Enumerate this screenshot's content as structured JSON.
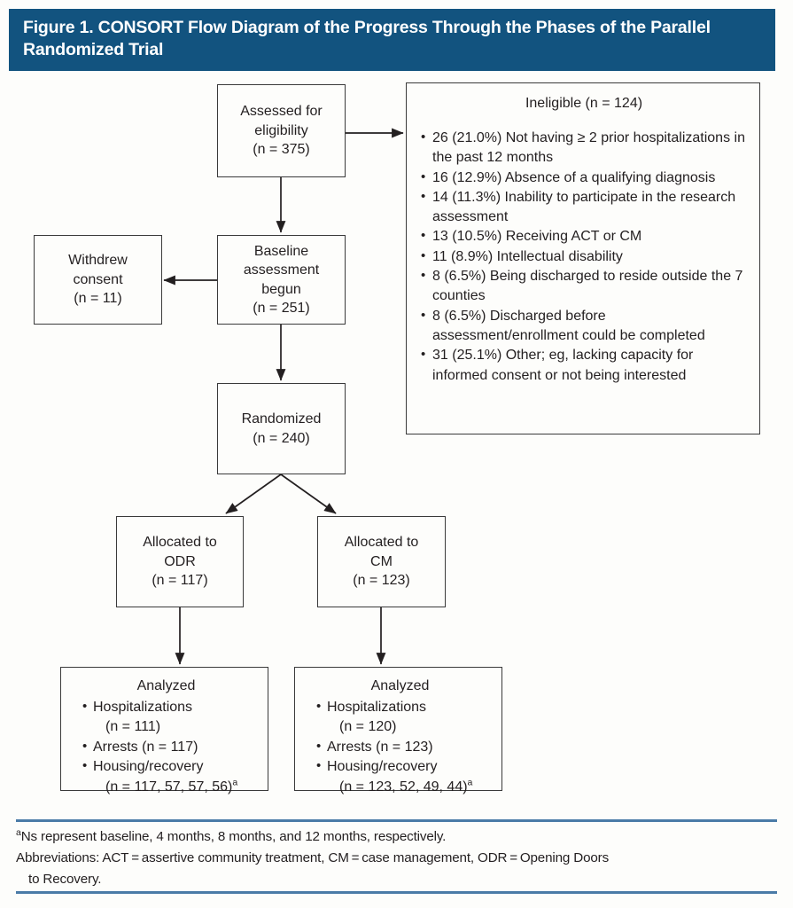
{
  "header": {
    "title": "Figure 1. CONSORT Flow Diagram of the Progress Through the Phases of the Parallel Randomized Trial",
    "bg_color": "#12537f",
    "text_color": "#ffffff"
  },
  "colors": {
    "rule": "#4a7ba7",
    "box_border": "#3a3a3a",
    "page_bg": "#fdfdfb",
    "text": "#231f20"
  },
  "flow": {
    "assessed": {
      "line1": "Assessed for",
      "line2": "eligibility",
      "line3": "(n = 375)"
    },
    "baseline": {
      "line1": "Baseline",
      "line2": "assessment",
      "line3": "begun",
      "line4": "(n = 251)"
    },
    "withdrew": {
      "line1": "Withdrew",
      "line2": "consent",
      "line3": "(n = 11)"
    },
    "randomized": {
      "line1": "Randomized",
      "line2": "(n = 240)"
    },
    "allocated_odr": {
      "line1": "Allocated to",
      "line2": "ODR",
      "line3": "(n = 117)"
    },
    "allocated_cm": {
      "line1": "Allocated to",
      "line2": "CM",
      "line3": "(n = 123)"
    }
  },
  "ineligible": {
    "title": "Ineligible (n = 124)",
    "items": [
      "26 (21.0%) Not having ≥ 2 prior hospitalizations in the past 12 months",
      "16 (12.9%) Absence of a qualifying diagnosis",
      "14 (11.3%) Inability to participate in the research assessment",
      "13 (10.5%) Receiving ACT or CM",
      "11 (8.9%) Intellectual disability",
      "8 (6.5%) Being discharged to reside outside the 7 counties",
      "8 (6.5%) Discharged before assessment/enrollment could be completed",
      "31 (25.1%) Other; eg, lacking capacity for informed consent or not being interested"
    ]
  },
  "analyzed_odr": {
    "title": "Analyzed",
    "items": [
      {
        "label": "Hospitalizations",
        "value": "(n = 111)"
      },
      {
        "label": "Arrests (n = 117)",
        "value": ""
      },
      {
        "label": "Housing/recovery",
        "value": "(n = 117, 57, 57, 56)",
        "footnote": "a"
      }
    ]
  },
  "analyzed_cm": {
    "title": "Analyzed",
    "items": [
      {
        "label": "Hospitalizations",
        "value": "(n = 120)"
      },
      {
        "label": "Arrests (n = 123)",
        "value": ""
      },
      {
        "label": "Housing/recovery",
        "value": "(n = 123, 52, 49, 44)",
        "footnote": "a"
      }
    ]
  },
  "footnotes": {
    "marker": "a",
    "line1": "Ns represent baseline, 4 months, 8 months, and 12 months, respectively.",
    "line2": "Abbreviations: ACT = assertive community treatment, CM = case management, ODR = Opening Doors",
    "line3": "to Recovery."
  }
}
